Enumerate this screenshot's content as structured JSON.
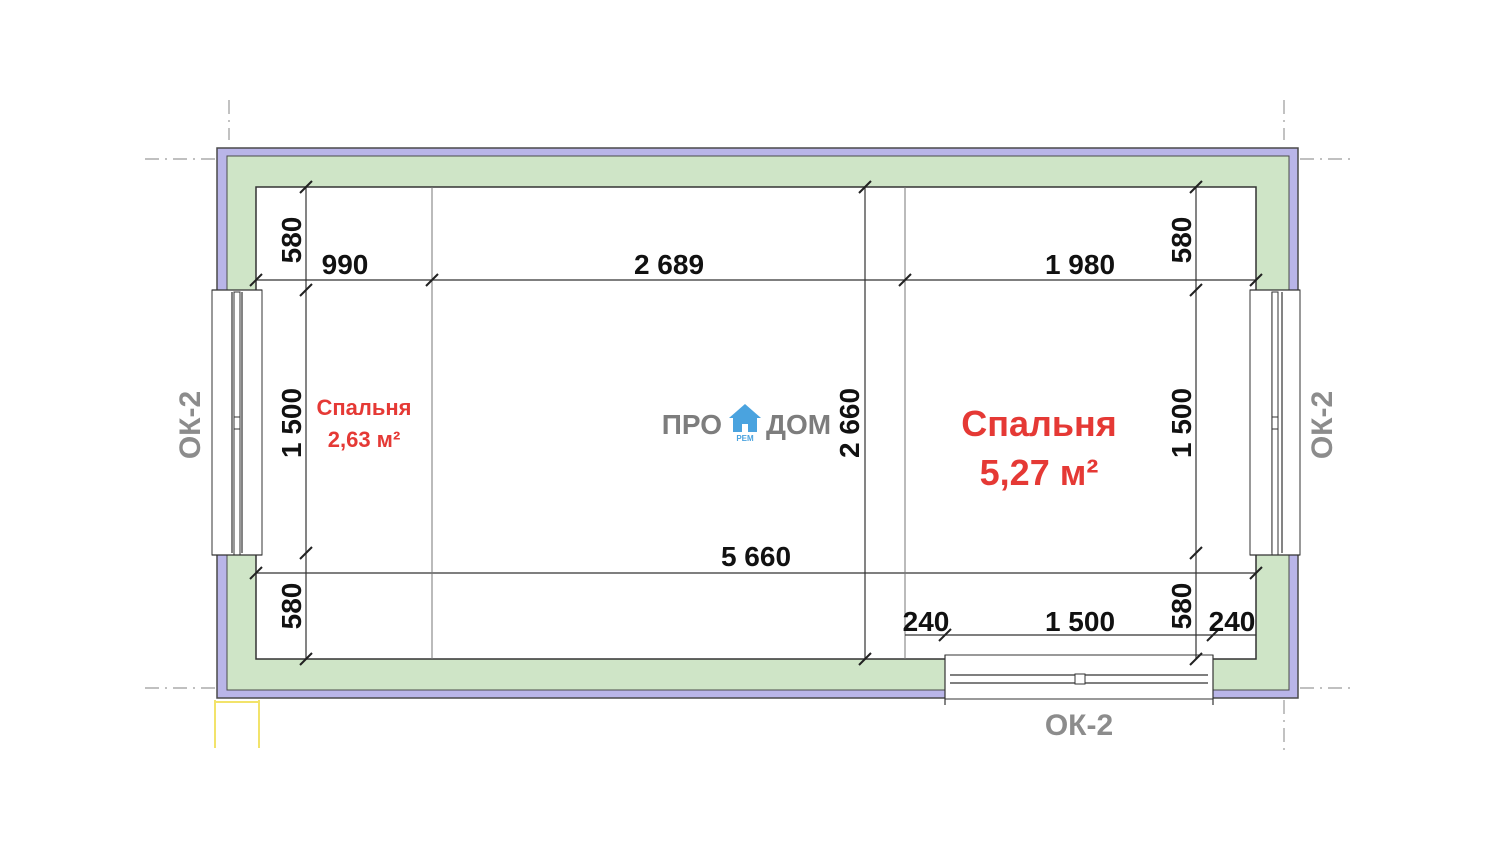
{
  "colors": {
    "wall_insulation": "#cfe5c7",
    "wall_outer": "#b9b5e8",
    "room_label": "#e53935",
    "window_mark": "#8c8c8c",
    "logo_text": "#7d7d7d",
    "logo_icon": "#4aa3df"
  },
  "rooms": [
    {
      "name": "Спальня",
      "area": "2,63 м²"
    },
    {
      "name": "Спальня",
      "area": "5,27 м²"
    }
  ],
  "windows": {
    "left_label": "ОК-2",
    "right_label": "ОК-2",
    "bottom_label": "ОК-2"
  },
  "dimensions": {
    "top_left": "990",
    "top_middle": "2 689",
    "top_right": "1 980",
    "overall_length": "5 660",
    "left_top_pier": "580",
    "left_window": "1 500",
    "left_bottom_pier": "580",
    "right_top_pier": "580",
    "right_window": "1 500",
    "right_bottom_pier": "580",
    "room_width": "2 660",
    "bottom_left_pier": "240",
    "bottom_window": "1 500",
    "bottom_right_pier": "240"
  },
  "logo": {
    "left": "ПРО",
    "right": "ДОМ",
    "sub": "РЕМ",
    "icon": "house-icon"
  }
}
